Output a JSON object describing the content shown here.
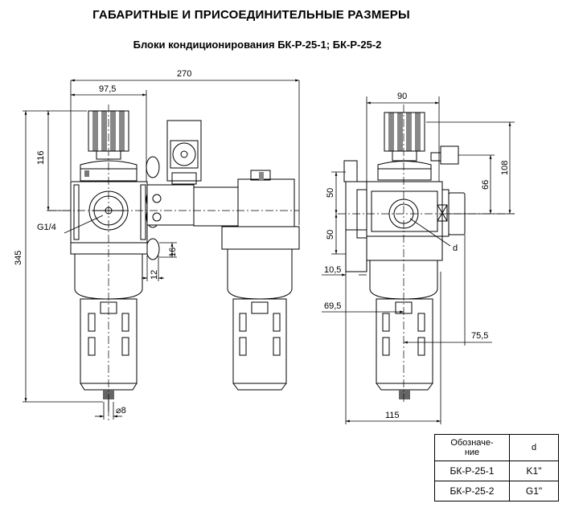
{
  "title": "ГАБАРИТНЫЕ И ПРИСОЕДИНИТЕЛЬНЫЕ РАЗМЕРЫ",
  "subtitle": "Блоки кондиционирования БК-Р-25-1; БК-Р-25-2",
  "dimensions": {
    "width_total": "270",
    "regulator_axis": "97,5",
    "height_top": "116",
    "height_total": "345",
    "port_thread": "G1/4",
    "bracket_16": "16",
    "bracket_12": "12",
    "drain_diameter": "⌀8",
    "side_width": "90",
    "side_108": "108",
    "side_66": "66",
    "side_50_top": "50",
    "side_50_bottom": "50",
    "side_10_5": "10,5",
    "side_69_5": "69,5",
    "side_75_5": "75,5",
    "side_115": "115",
    "side_port": "d"
  },
  "table": {
    "header_col1": "Обозначе-\nние",
    "header_col2": "d",
    "rows": [
      {
        "designation": "БК-Р-25-1",
        "d": "K1\""
      },
      {
        "designation": "БК-Р-25-2",
        "d": "G1\""
      }
    ]
  }
}
